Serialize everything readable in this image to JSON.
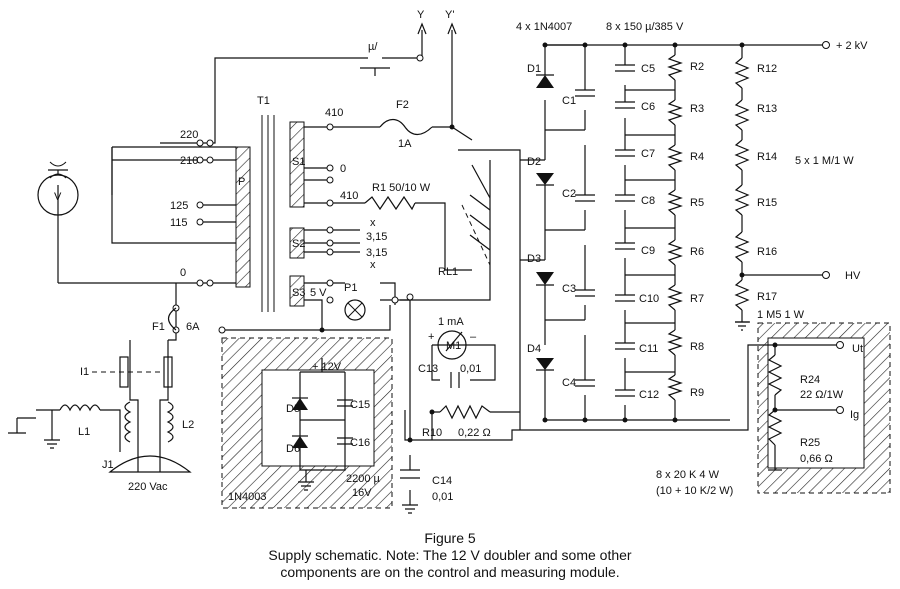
{
  "labels": {
    "Y": "Y",
    "Yp": "Y'",
    "mu": "µ/",
    "T1": "T1",
    "v220": "220",
    "v210": "210",
    "v125": "125",
    "v115": "115",
    "v0": "0",
    "P": "P",
    "v410a": "410",
    "v410b": "410",
    "F2": "F2",
    "A1": "1A",
    "S1": "S1",
    "s1zero": "0",
    "R1": "R1 50/10 W",
    "x1": "x",
    "S2": "S2",
    "v315a": "3,15",
    "v315b": "3,15",
    "x2": "x",
    "S3": "S3",
    "v5": "5 V",
    "P1": "P1",
    "RL1": "RL1",
    "F1": "F1",
    "A6": "6A",
    "I1": "I1",
    "L1": "L1",
    "L2": "L2",
    "J1": "J1",
    "vac": "220 Vac",
    "V": "V",
    "plus12": "+ 12V",
    "D5": "D5",
    "D6": "D6",
    "C15": "C15",
    "C16": "C16",
    "n1003": "1N4003",
    "c2200": "2200 µ",
    "v16": "16V",
    "ma": "1 mA",
    "M1": "M1",
    "plus": "+",
    "minus": "–",
    "C13": "C13",
    "c001a": "0,01",
    "R10": "R10",
    "r022": "0,22 Ω",
    "C14": "C14",
    "c001b": "0,01",
    "d4007": "4 x 1N4007",
    "c150": "8 x 150 µ/385 V",
    "D1": "D1",
    "D2": "D2",
    "D3": "D3",
    "D4": "D4",
    "C1": "C1",
    "C2": "C2",
    "C3": "C3",
    "C4": "C4",
    "C5": "C5",
    "C6": "C6",
    "C7": "C7",
    "C8": "C8",
    "C9": "C9",
    "C10": "C10",
    "C11": "C11",
    "C12": "C12",
    "R2": "R2",
    "R3": "R3",
    "R4": "R4",
    "R5": "R5",
    "R6": "R6",
    "R7": "R7",
    "R8": "R8",
    "R9": "R9",
    "r20k": "8 x 20 K  4 W",
    "r10k": "(10 + 10 K/2 W)",
    "R12": "R12",
    "R13": "R13",
    "R14": "R14",
    "R15": "R15",
    "R16": "R16",
    "R17": "R17",
    "r1m": "5 x 1 M/1 W",
    "r1m5": "1 M5 1 W",
    "kv2": "+ 2 kV",
    "HV": "HV",
    "R24": "R24",
    "r22": "22 Ω/1W",
    "R25": "R25",
    "r066": "0,66 Ω",
    "ut": "Ut",
    "ig": "Ig"
  },
  "caption": {
    "title": "Figure 5",
    "line1": "Supply schematic. Note: The 12 V doubler and some other",
    "line2": "components are on the control and measuring module."
  }
}
